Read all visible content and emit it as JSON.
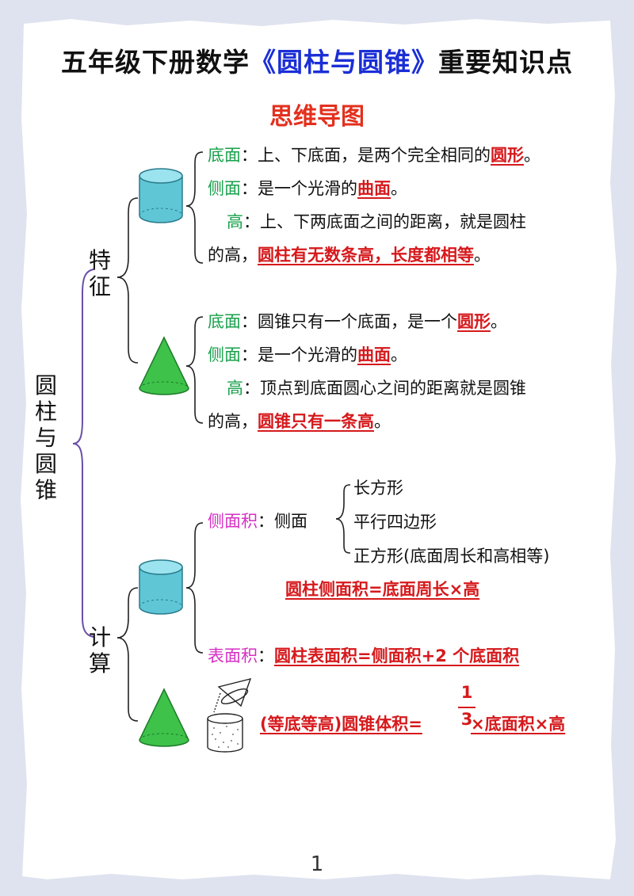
{
  "header": {
    "title_pre": "五年级下册数学",
    "title_hl": "《圆柱与圆锥》",
    "title_post": "重要知识点",
    "subtitle": "思维导图"
  },
  "root": {
    "label": "圆柱与圆锥"
  },
  "feature": {
    "label": "特征",
    "cylinder": {
      "base_term": "底面",
      "base_text": "：上、下底面，是两个完全相同的",
      "base_key": "圆形",
      "base_end": "。",
      "side_term": "侧面",
      "side_text": "：是一个光滑的",
      "side_key": "曲面",
      "side_end": "。",
      "height_term": "高",
      "height_text": "：上、下两底面之间的距离，就是圆柱",
      "height_text2": "的高，",
      "height_key": "圆柱有无数条高，长度都相等",
      "height_end": "。"
    },
    "cone": {
      "base_term": "底面",
      "base_text": "：圆锥只有一个底面，是一个",
      "base_key": "圆形",
      "base_end": "。",
      "side_term": "侧面",
      "side_text": "：是一个光滑的",
      "side_key": "曲面",
      "side_end": "。",
      "height_term": "高",
      "height_text": "：顶点到底面圆心之间的距离就是圆锥",
      "height_text2": "的高，",
      "height_key": "圆锥只有一条高",
      "height_end": "。"
    }
  },
  "calc": {
    "label": "计算",
    "lateral_term": "侧面积",
    "lateral_colon": "：",
    "lateral_face": "侧面",
    "shapes": [
      "长方形",
      "平行四边形",
      "正方形(底面周长和高相等)"
    ],
    "lateral_formula": "圆柱侧面积=底面周长×高",
    "surface_term": "表面积",
    "surface_colon": "：",
    "surface_formula": "圆柱表面积=侧面积+2 个底面积",
    "cone_prefix": "(等底等高)圆锥体积=",
    "frac_num": "1",
    "frac_den": "3",
    "cone_suffix": "×底面积×高"
  },
  "footer": {
    "page": "1"
  },
  "colors": {
    "accent_red": "#d6191c",
    "title_blue": "#1b2fd6",
    "term_green": "#17a04a",
    "term_magenta": "#d62fc3",
    "tree_purple": "#6a4fa8"
  },
  "icons": [
    "cylinder-icon",
    "cone-icon",
    "cone-pour-icon"
  ]
}
